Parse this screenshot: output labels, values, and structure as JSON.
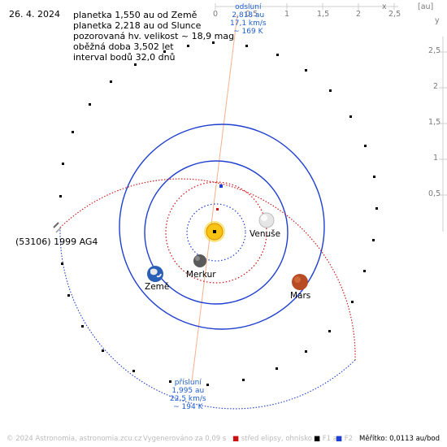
{
  "date": "26. 4. 2024",
  "info_lines": [
    "planetka 1,550 au od Země",
    "planetka 2,218 au od Slunce",
    "pozorovaná hv. velikost ~ 18,9 mag",
    "oběžná doba 3,502 let",
    "interval bodů 32,0 dnů"
  ],
  "aphelion_label": [
    "odsluní",
    "2,818 au",
    "17,1 km/s",
    "~ 169 K"
  ],
  "perihelion_label": [
    "přísluní",
    "1,995 au",
    "22,5 km/s",
    "~ 194 K"
  ],
  "asteroid_name": "(53106) 1999 AG4",
  "planets": {
    "venus": "Venuše",
    "mercury": "Merkur",
    "earth": "Země",
    "mars": "Mars"
  },
  "top_axis_ticks": [
    "0",
    "0,5",
    "1",
    "1,5",
    "2",
    "2,5"
  ],
  "top_axis_unit": "[au]",
  "top_axis_x_label": "x",
  "right_axis_ticks": [
    "2,5",
    "2",
    "1,5",
    "1",
    "0,5"
  ],
  "right_axis_y_label": "y",
  "footer": {
    "copyright": "© 2024 Astronomia, astronomia.zcu.cz",
    "render_time": "Vygenerováno za 0,09 s",
    "legend_center": "střed elipsy, ohnisko",
    "legend_f1": "F1 a",
    "legend_f2": "F2",
    "scale": "Měřítko: 0,0113 au/bod"
  },
  "colors": {
    "earth_orbit": "#1f3fd0",
    "mars_orbit": "#1f3fd0",
    "asteroid_orbit_near": "#cc1010",
    "asteroid_orbit_far": "#1f3fd0",
    "apsis_line": "#f4b08a",
    "footer_text": "#bbbbbb",
    "label_blue": "#1f5fd0"
  }
}
